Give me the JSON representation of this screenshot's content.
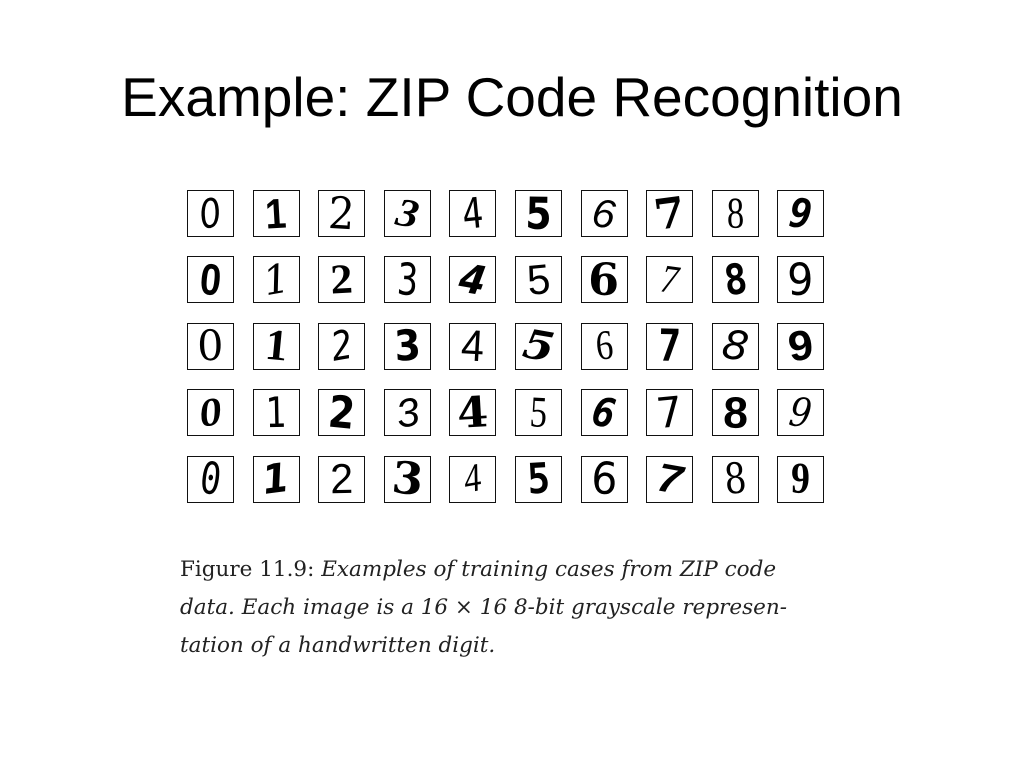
{
  "slide": {
    "title": "Example: ZIP Code Recognition"
  },
  "digit_grid": {
    "rows": [
      [
        "0",
        "1",
        "2",
        "3",
        "4",
        "5",
        "6",
        "7",
        "8",
        "9"
      ],
      [
        "0",
        "1",
        "2",
        "3",
        "4",
        "5",
        "6",
        "7",
        "8",
        "9"
      ],
      [
        "0",
        "1",
        "2",
        "3",
        "4",
        "5",
        "6",
        "7",
        "8",
        "9"
      ],
      [
        "0",
        "1",
        "2",
        "3",
        "4",
        "5",
        "6",
        "7",
        "8",
        "9"
      ],
      [
        "0",
        "1",
        "2",
        "3",
        "4",
        "5",
        "6",
        "7",
        "8",
        "9"
      ]
    ]
  },
  "caption": {
    "label": "Figure 11.9:",
    "line1": "Examples of training cases from ZIP code",
    "line2": "data.  Each image is a 16 × 16 8-bit grayscale represen-",
    "line3": "tation of a handwritten digit."
  }
}
